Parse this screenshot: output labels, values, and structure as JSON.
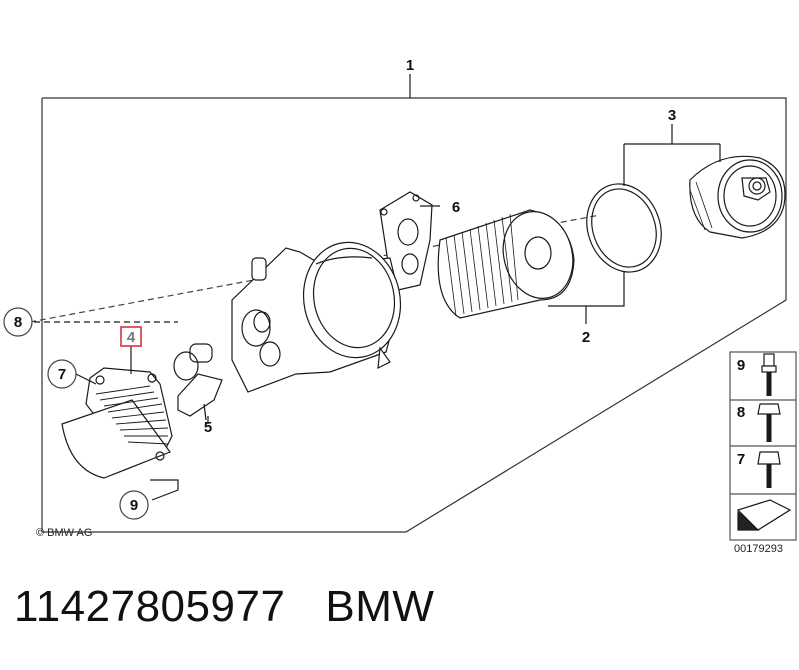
{
  "diagram": {
    "callouts": {
      "c1": "1",
      "c2": "2",
      "c3": "3",
      "c4": "4",
      "c5": "5",
      "c6": "6",
      "c7": "7",
      "c8": "8",
      "c9": "9"
    },
    "legend": {
      "bolt_9": "9",
      "bolt_8": "8",
      "bolt_7": "7"
    },
    "highlighted_callout": "4",
    "highlight_color": "#d9333f",
    "copyright": "© BMW AG",
    "image_code": "00179293"
  },
  "caption": {
    "part_number": "11427805977",
    "brand": "BMW"
  }
}
